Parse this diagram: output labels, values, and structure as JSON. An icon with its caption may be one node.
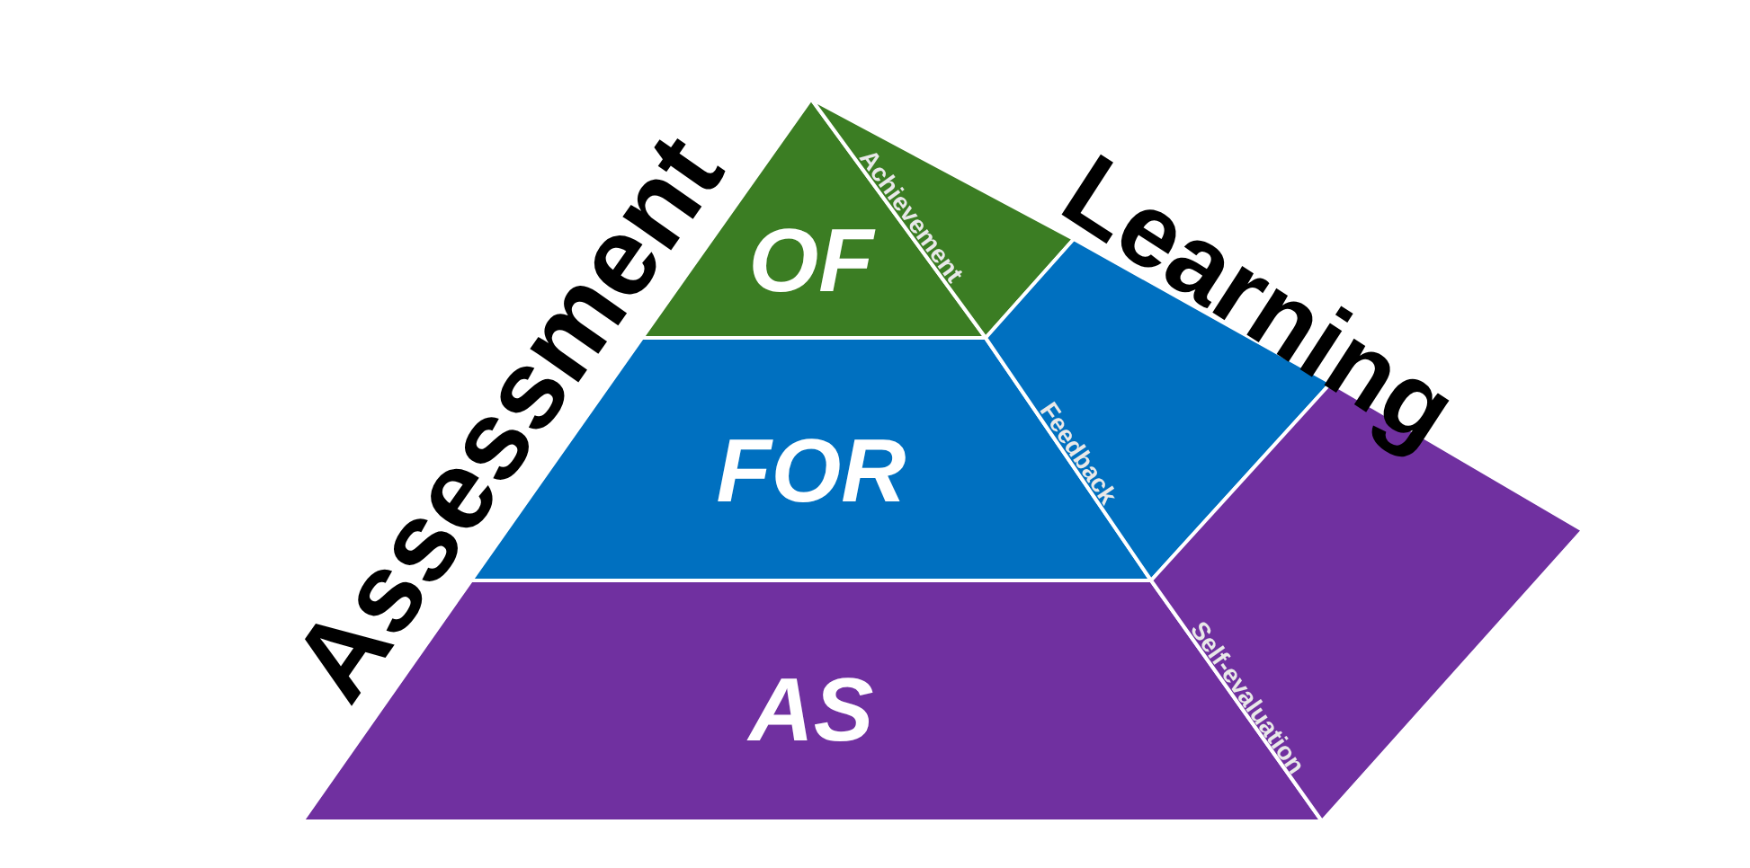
{
  "diagram": {
    "nodes": [
      {
        "text": [
          "OF"
        ]
      },
      {
        "text": [
          "FOR"
        ]
      },
      {
        "text": [
          "AS"
        ]
      },
      {
        "text": [
          "Achievement"
        ]
      },
      {
        "text": [
          "Feedback"
        ]
      },
      {
        "text": [
          "Self-evaluation"
        ]
      }
    ],
    "labels": [
      "Assessment",
      "Learning"
    ]
  }
}
